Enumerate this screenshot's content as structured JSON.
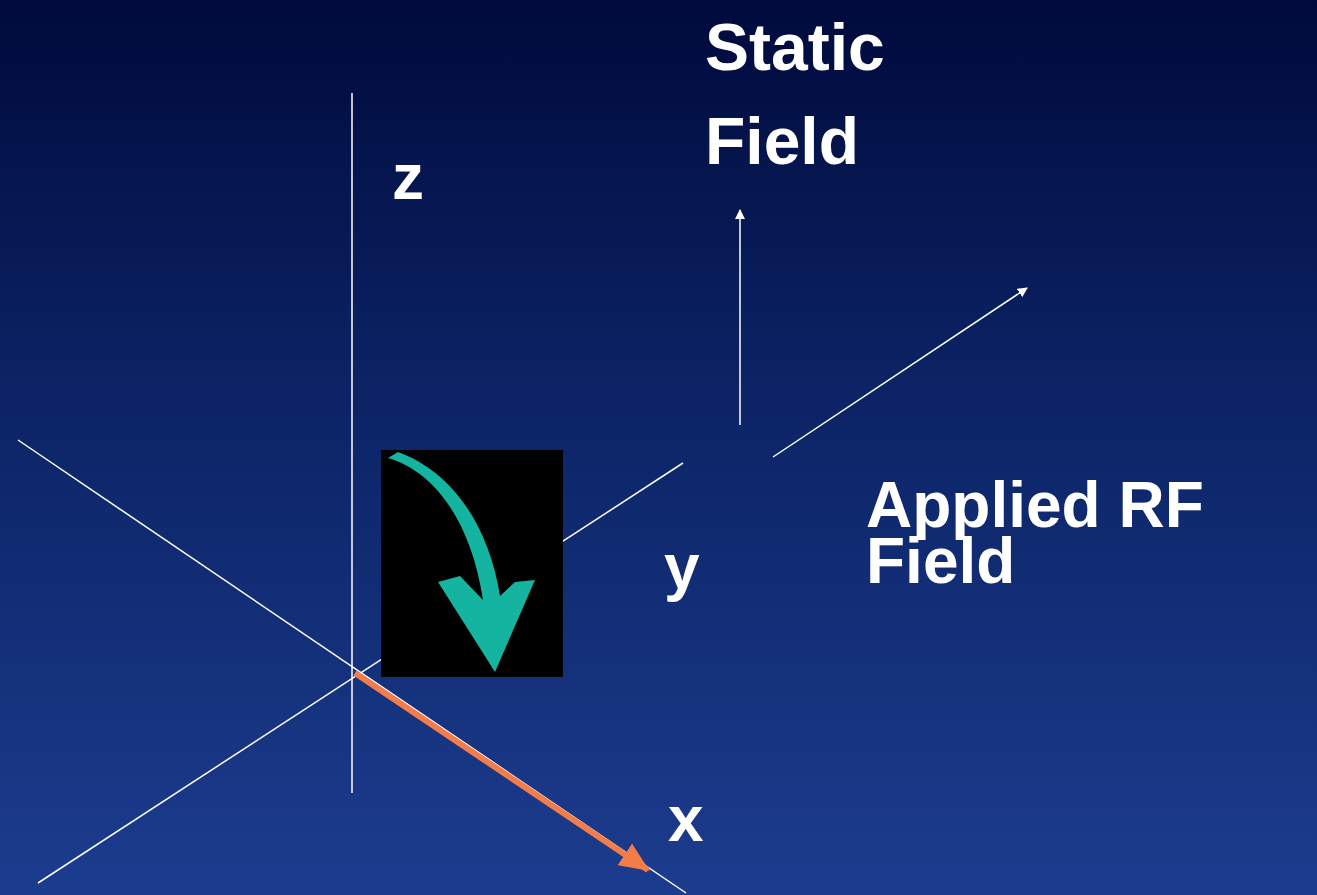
{
  "diagram": {
    "labels": [
      "Static Field",
      "z",
      "Applied RF Field",
      "y",
      "x"
    ]
  }
}
